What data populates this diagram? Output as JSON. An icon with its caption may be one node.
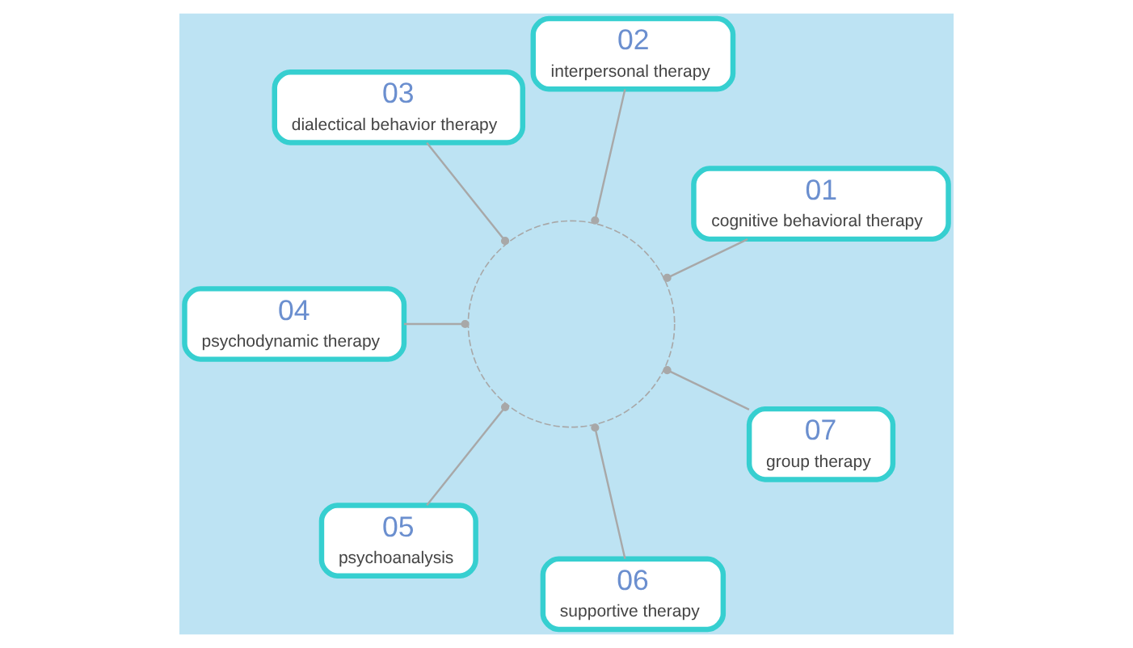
{
  "diagram": {
    "nodes": [
      {
        "text": [],
        "shape": "circle"
      },
      {
        "text": [
          "01",
          "cognitive behavioral therapy"
        ]
      },
      {
        "text": [
          "02",
          "interpersonal therapy"
        ]
      },
      {
        "text": [
          "03",
          "dialectical behavior therapy"
        ]
      },
      {
        "text": [
          "04",
          "psychodynamic therapy"
        ]
      },
      {
        "text": [
          "05",
          "psychoanalysis"
        ]
      },
      {
        "text": [
          "06",
          "supportive therapy"
        ]
      },
      {
        "text": [
          "07",
          "group therapy"
        ]
      }
    ],
    "edges": [
      {
        "from": 0,
        "to": 1,
        "arrow": "other"
      },
      {
        "from": 0,
        "to": 2,
        "arrow": "other"
      },
      {
        "from": 0,
        "to": 3,
        "arrow": "other"
      },
      {
        "from": 0,
        "to": 4,
        "arrow": "other"
      },
      {
        "from": 0,
        "to": 5,
        "arrow": "other"
      },
      {
        "from": 0,
        "to": 6,
        "arrow": "other"
      },
      {
        "from": 0,
        "to": 7,
        "arrow": "other"
      }
    ]
  }
}
